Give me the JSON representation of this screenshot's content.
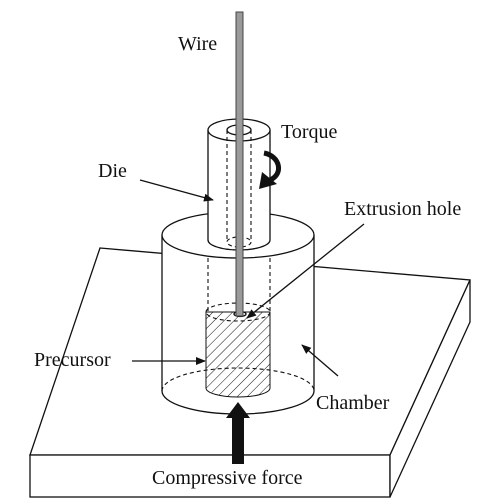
{
  "labels": {
    "wire": "Wire",
    "torque": "Torque",
    "die": "Die",
    "extrusion_hole": "Extrusion hole",
    "precursor": "Precursor",
    "chamber": "Chamber",
    "compressive_force": "Compressive force"
  }
}
